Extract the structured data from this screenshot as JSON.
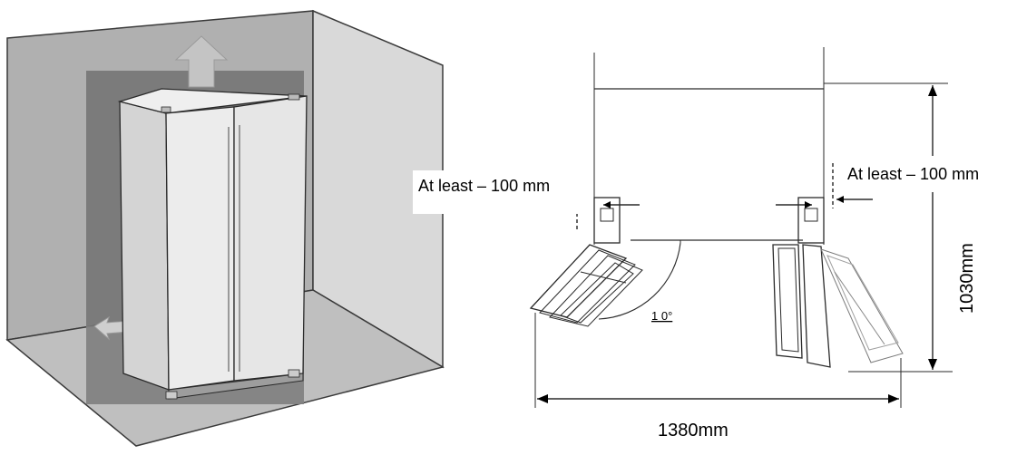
{
  "diagram": {
    "left_label": "At least – 100 mm",
    "right_label": "At least – 100 mm",
    "depth_label": "1030mm",
    "width_label": "1380mm",
    "angle_label": "1 0°"
  },
  "colors": {
    "room_wall": "#b5b5b5",
    "room_floor": "#bdbdbd",
    "shadow": "#707070",
    "fridge_body": "#e8e8e8",
    "line": "#2a2a2a"
  }
}
